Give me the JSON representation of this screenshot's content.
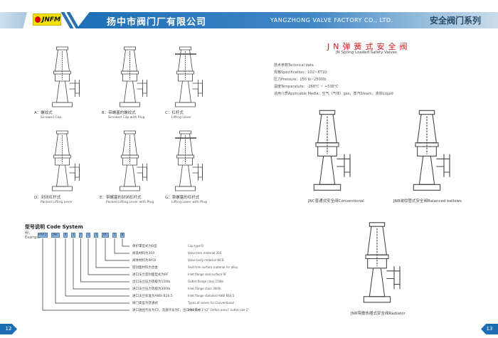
{
  "header": {
    "brand": "JNFM",
    "company_cn": "扬中市阀门厂有限公司",
    "company_en": "YANGZHONG VALVE FACTORY CO., LTD.",
    "series": "安全阀门系列"
  },
  "left_page": {
    "variants": [
      {
        "label": "A：螺纹式",
        "en": "Screwed Cap"
      },
      {
        "label": "B：带螺塞的螺纹式",
        "en": "Screwed Cap with Plug"
      },
      {
        "label": "C：杠杆式",
        "en": "Lifting Lever"
      },
      {
        "label": "D：封闭杠杆式",
        "en": "Packed Lifting Lever"
      },
      {
        "label": "E：带螺塞的封闭杠杆式",
        "en": "Packed Lifting Lever with Plug"
      },
      {
        "label": "G：带螺塞的杠杆式",
        "en": "Lifting Lever with Plug"
      }
    ],
    "code_system": {
      "title": "型号说明  Code System",
      "example_cn": "例：",
      "example_en": "Example",
      "codes": [
        "HSF2",
        "JNC",
        "4",
        "3",
        "I",
        "1",
        "3",
        "DC",
        "1",
        "B"
      ],
      "rows": [
        {
          "cn": "保护罩型式为B型",
          "en": "Cap type B"
        },
        {
          "cn": "阀盖材料为304",
          "en": "Valve trim material 304"
        },
        {
          "cn": "阀体材料为WCB",
          "en": "Valve body material WCB"
        },
        {
          "cn": "密封面材料为合金",
          "en": "Seat trim surface material for alloy"
        },
        {
          "cn": "进口法兰密封面型式为RF",
          "en": "Inlet flange seal surface RF"
        },
        {
          "cn": "出口法兰压力等级为150lb",
          "en": "Outlet flange class 150lb"
        },
        {
          "cn": "进口法兰压力等级为300lb",
          "en": "Inlet flange class 300lb"
        },
        {
          "cn": "进口法兰标准为ANSI B16.5",
          "en": "Inlet flange standard ANSI B16.5"
        },
        {
          "cn": "阀门类型为普通式",
          "en": "Types of valves for Conventional"
        },
        {
          "cn": "进口通径代号为F2，流道代号为F，出口为2英寸",
          "en": "Inlet size 1\"x2\"  Orifice area F outlet size 2\""
        }
      ]
    },
    "page_number": "12"
  },
  "right_page": {
    "title": "JN弹簧式安全阀",
    "subtitle": "JN Spring Loaded Safety Valves",
    "tech": [
      "技术参数Technical data",
      "规格Specification：1D2~8T10",
      "压力Pressure：150 lb~2500lb",
      "温度Temperature：-268℃ ~ +538℃",
      "适用介质Applicable Media：空气（气体）gas，蒸汽Steam，液体Liquid"
    ],
    "drawings": [
      {
        "caption": "JNC普通式安全阀Conventional"
      },
      {
        "caption": "JNB波纹管式安全阀Balanced bellows"
      },
      {
        "caption": "JNR带散热器式安全阀Radiator"
      }
    ],
    "page_number": "13"
  }
}
